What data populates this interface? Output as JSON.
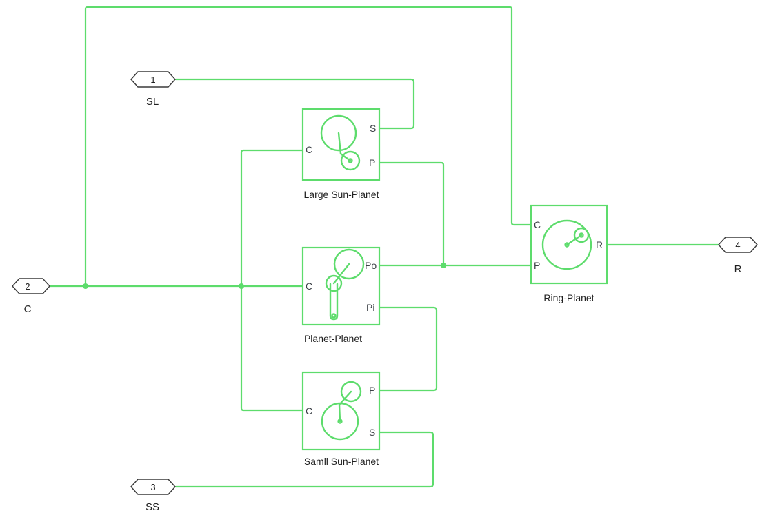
{
  "colors": {
    "signal": "#5ddc6c",
    "io_outline": "#3a3a3a",
    "text": "#1f1f1f",
    "port_text": "#3c4147"
  },
  "ports": {
    "sl": {
      "number": "1",
      "name": "SL"
    },
    "c": {
      "number": "2",
      "name": "C"
    },
    "ss": {
      "number": "3",
      "name": "SS"
    },
    "r": {
      "number": "4",
      "name": "R"
    }
  },
  "blocks": {
    "large_sun_planet": {
      "name": "Large Sun-Planet",
      "ports": {
        "c": "C",
        "s": "S",
        "p": "P"
      }
    },
    "planet_planet": {
      "name": "Planet-Planet",
      "ports": {
        "c": "C",
        "po": "Po",
        "pi": "Pi"
      }
    },
    "small_sun_planet": {
      "name": "Samll Sun-Planet",
      "ports": {
        "c": "C",
        "p": "P",
        "s": "S"
      }
    },
    "ring_planet": {
      "name": "Ring-Planet",
      "ports": {
        "c": "C",
        "p": "P",
        "r": "R"
      }
    }
  }
}
